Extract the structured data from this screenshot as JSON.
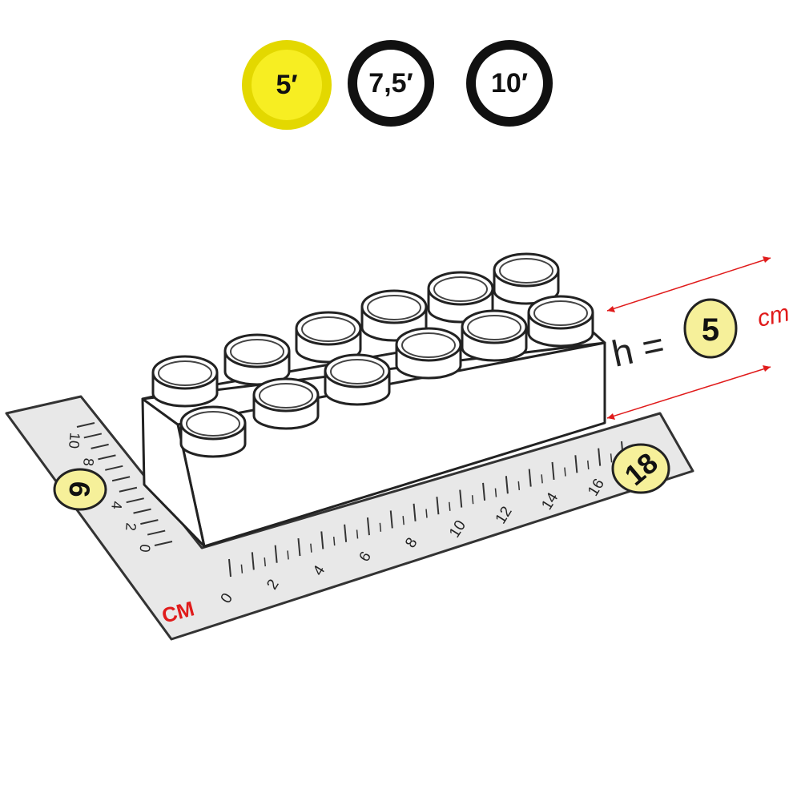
{
  "size_options": [
    {
      "label": "5′",
      "selected": true
    },
    {
      "label": "7,5′",
      "selected": false
    },
    {
      "label": "10′",
      "selected": false
    }
  ],
  "height": {
    "prefix": "h =",
    "value": "5",
    "unit": "cm"
  },
  "ruler": {
    "unit": "CM",
    "long_ticks": [
      "0",
      "2",
      "4",
      "6",
      "8",
      "10",
      "12",
      "14",
      "16"
    ],
    "short_ticks": [
      "0",
      "2",
      "4",
      "6",
      "8",
      "10"
    ],
    "length_badge": "18",
    "width_badge": "6"
  },
  "colors": {
    "accent_yellow": "#f7ee22",
    "badge_yellow": "#f6f09a",
    "dimension_red": "#e01b1b"
  }
}
